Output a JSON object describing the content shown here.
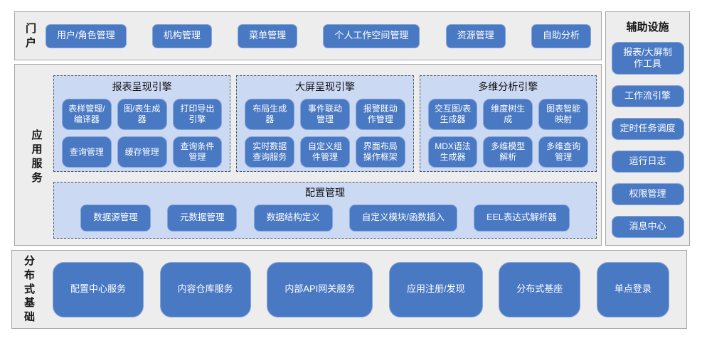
{
  "portal": {
    "label": "门户",
    "buttons": [
      "用户/角色管理",
      "机构管理",
      "菜单管理",
      "个人工作空间管理",
      "资源管理",
      "自助分析"
    ]
  },
  "app_services": {
    "label": "应用服务",
    "engines": [
      {
        "title": "报表呈现引擎",
        "buttons": [
          "表样管理/编译器",
          "图/表生成器",
          "打印导出引擎",
          "查询管理",
          "缓存管理",
          "查询条件管理"
        ]
      },
      {
        "title": "大屏呈现引擎",
        "buttons": [
          "布局生成器",
          "事件联动管理",
          "报警既动作管理",
          "实时数据查询服务",
          "自定义组件管理",
          "界面布局操作框架"
        ]
      },
      {
        "title": "多维分析引擎",
        "buttons": [
          "交互图/表生成器",
          "维度树生成",
          "图表智能映射",
          "MDX语法生成器",
          "多维模型解析",
          "多维查询管理"
        ]
      }
    ],
    "config": {
      "title": "配置管理",
      "buttons": [
        "数据源管理",
        "元数据管理",
        "数据结构定义",
        "自定义模块/函数插入",
        "EEL表达式解析器"
      ]
    }
  },
  "foundation": {
    "label": "分布式基础",
    "buttons": [
      "配置中心服务",
      "内容仓库服务",
      "内部API网关服务",
      "应用注册/发现",
      "分布式基座",
      "单点登录"
    ]
  },
  "aux": {
    "title": "辅助设施",
    "buttons": [
      "报表/大屏制作工具",
      "工作流引擎",
      "定时任务调度",
      "运行日志",
      "权限管理",
      "消息中心"
    ]
  },
  "colors": {
    "button_blue": "#4a79c4",
    "button_border": "#86a5da",
    "group_bg": "#ccd9f3",
    "group_dash_border": "#4a5568",
    "panel_bg": "#ededed",
    "panel_border": "#a6a6a6"
  }
}
